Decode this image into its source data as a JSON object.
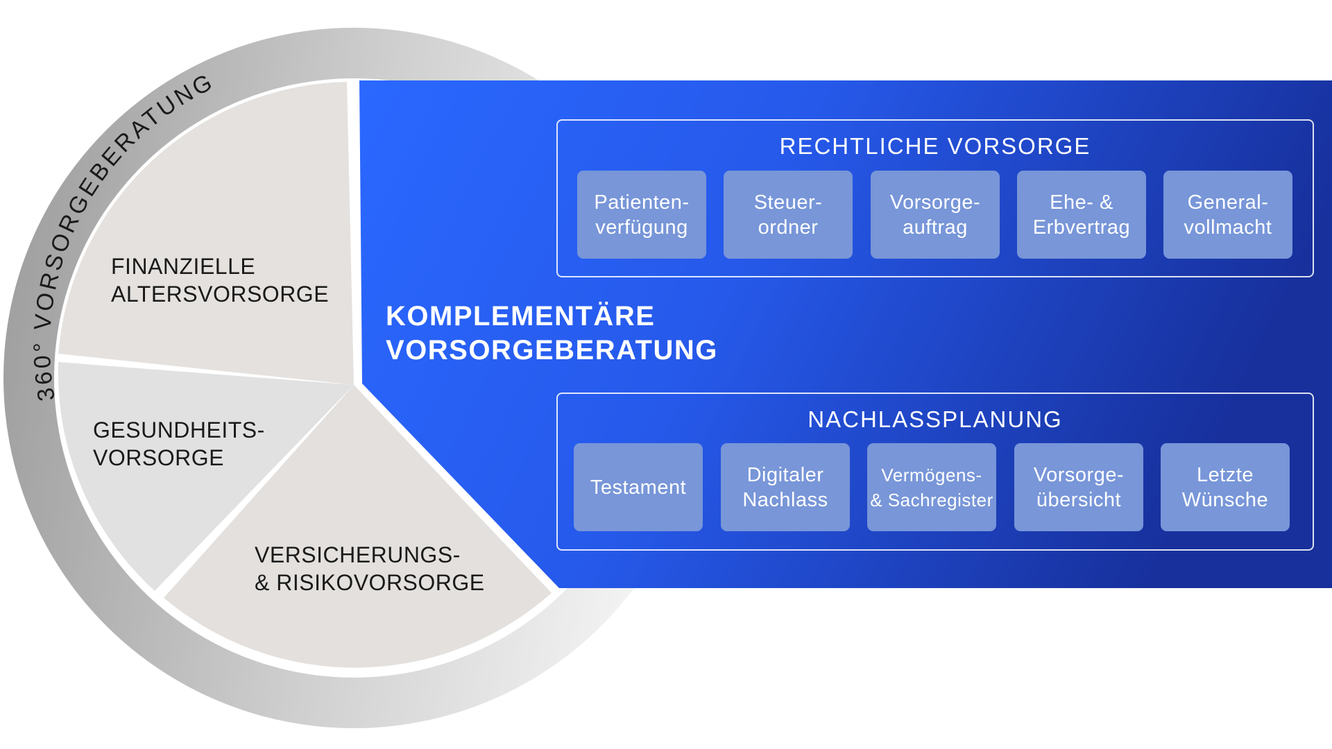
{
  "ring_label": "360° VORSORGEBERATUNG",
  "segments": {
    "finance": "FINANZIELLE\nALTERSVORSORGE",
    "health": "GESUNDHEITS-\nVORSORGE",
    "insurance": "VERSICHERUNGS-\n& RISIKOVORSORGE"
  },
  "headline": "KOMPLEMENTÄRE\nVORSORGEBERATUNG",
  "legal": {
    "title": "RECHTLICHE VORSORGE",
    "tiles": [
      "Patienten-\nverfügung",
      "Steuer-\nordner",
      "Vorsorge-\nauftrag",
      "Ehe- &\nErbvertrag",
      "General-\nvollmacht"
    ]
  },
  "estate": {
    "title": "NACHLASSPLANUNG",
    "tiles": [
      "Testament",
      "Digitaler\nNachlass",
      "Vermögens-\n& Sachregister",
      "Vorsorge-\nübersicht",
      "Letzte\nWünsche"
    ]
  },
  "colors": {
    "blue_light": "#2b67ff",
    "blue_dark": "#1a35a6",
    "tile": "#7896d8",
    "segment_fill": "#e4e1de",
    "ring_dark": "#9c9c9c",
    "ring_light": "#f1f1f1"
  }
}
